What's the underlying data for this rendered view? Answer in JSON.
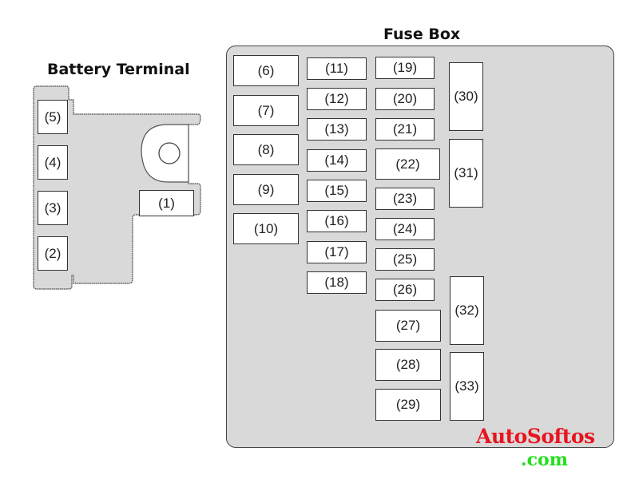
{
  "battery_terminal": {
    "title": "Battery Terminal",
    "fuses": [
      {
        "id": "5",
        "label": "(5)"
      },
      {
        "id": "4",
        "label": "(4)"
      },
      {
        "id": "3",
        "label": "(3)"
      },
      {
        "id": "2",
        "label": "(2)"
      },
      {
        "id": "1",
        "label": "(1)"
      }
    ]
  },
  "fuse_box": {
    "title": "Fuse Box",
    "fuses": [
      {
        "id": "6",
        "label": "(6)"
      },
      {
        "id": "7",
        "label": "(7)"
      },
      {
        "id": "8",
        "label": "(8)"
      },
      {
        "id": "9",
        "label": "(9)"
      },
      {
        "id": "10",
        "label": "(10)"
      },
      {
        "id": "11",
        "label": "(11)"
      },
      {
        "id": "12",
        "label": "(12)"
      },
      {
        "id": "13",
        "label": "(13)"
      },
      {
        "id": "14",
        "label": "(14)"
      },
      {
        "id": "15",
        "label": "(15)"
      },
      {
        "id": "16",
        "label": "(16)"
      },
      {
        "id": "17",
        "label": "(17)"
      },
      {
        "id": "18",
        "label": "(18)"
      },
      {
        "id": "19",
        "label": "(19)"
      },
      {
        "id": "20",
        "label": "(20)"
      },
      {
        "id": "21",
        "label": "(21)"
      },
      {
        "id": "22",
        "label": "(22)"
      },
      {
        "id": "23",
        "label": "(23)"
      },
      {
        "id": "24",
        "label": "(24)"
      },
      {
        "id": "25",
        "label": "(25)"
      },
      {
        "id": "26",
        "label": "(26)"
      },
      {
        "id": "27",
        "label": "(27)"
      },
      {
        "id": "28",
        "label": "(28)"
      },
      {
        "id": "29",
        "label": "(29)"
      },
      {
        "id": "30",
        "label": "(30)"
      },
      {
        "id": "31",
        "label": "(31)"
      },
      {
        "id": "32",
        "label": "(32)"
      },
      {
        "id": "33",
        "label": "(33)"
      }
    ]
  },
  "watermark": {
    "line1": "AutoSoftos",
    "line2": ".com",
    "color1": "#e8141e",
    "color2": "#22e01a"
  }
}
